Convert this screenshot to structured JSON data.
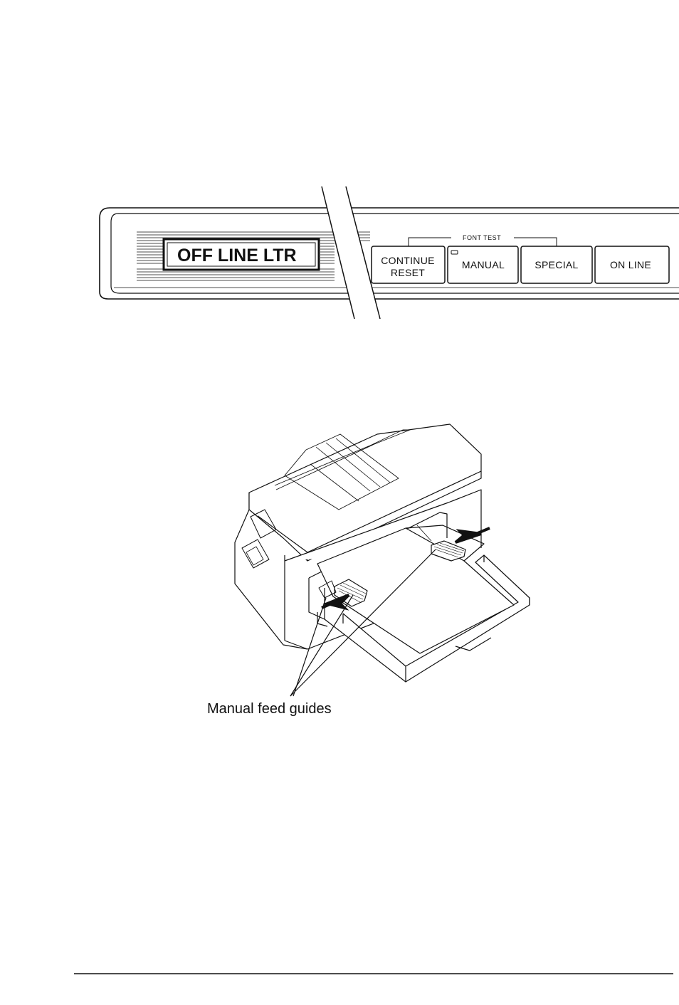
{
  "control_panel": {
    "display_text": "OFF LINE LTR",
    "group_label": "FONT TEST",
    "buttons": [
      {
        "line1": "CONTINUE",
        "line2": "RESET"
      },
      {
        "line1": "MANUAL",
        "line2": ""
      },
      {
        "line1": "SPECIAL",
        "line2": ""
      },
      {
        "line1": "ON LINE",
        "line2": ""
      }
    ]
  },
  "printer_figure": {
    "callout_label": "Manual feed guides"
  }
}
